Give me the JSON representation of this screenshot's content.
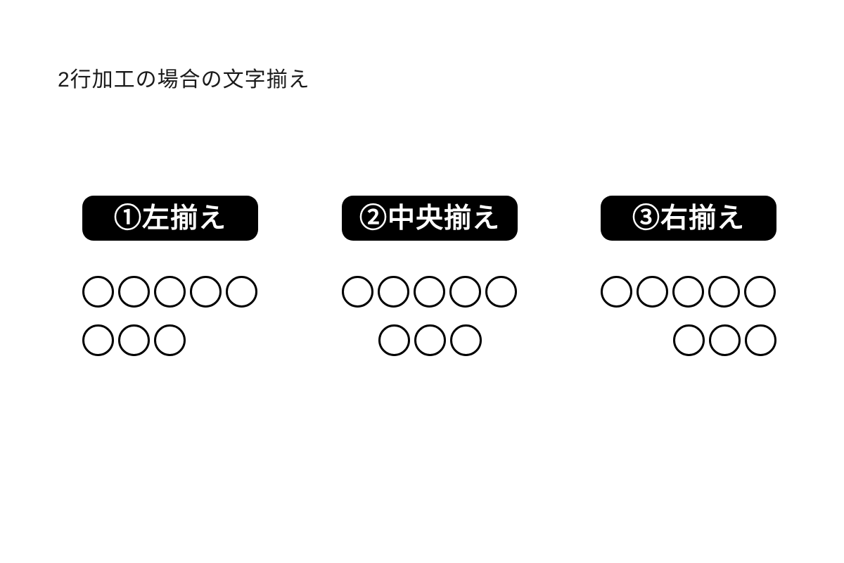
{
  "page": {
    "title": "2行加工の場合の文字揃え",
    "background_color": "#ffffff"
  },
  "colors": {
    "title_text": "#1a1a1a",
    "label_background": "#000000",
    "label_text": "#ffffff",
    "circle_border": "#000000",
    "circle_fill": "#ffffff"
  },
  "sections": [
    {
      "id": "left-align",
      "label": "①左揃え",
      "align": "left",
      "row1_circle_count": 5,
      "row2_circle_count": 3
    },
    {
      "id": "center-align",
      "label": "②中央揃え",
      "align": "center",
      "row1_circle_count": 5,
      "row2_circle_count": 3
    },
    {
      "id": "right-align",
      "label": "③右揃え",
      "align": "right",
      "row1_circle_count": 5,
      "row2_circle_count": 3
    }
  ]
}
